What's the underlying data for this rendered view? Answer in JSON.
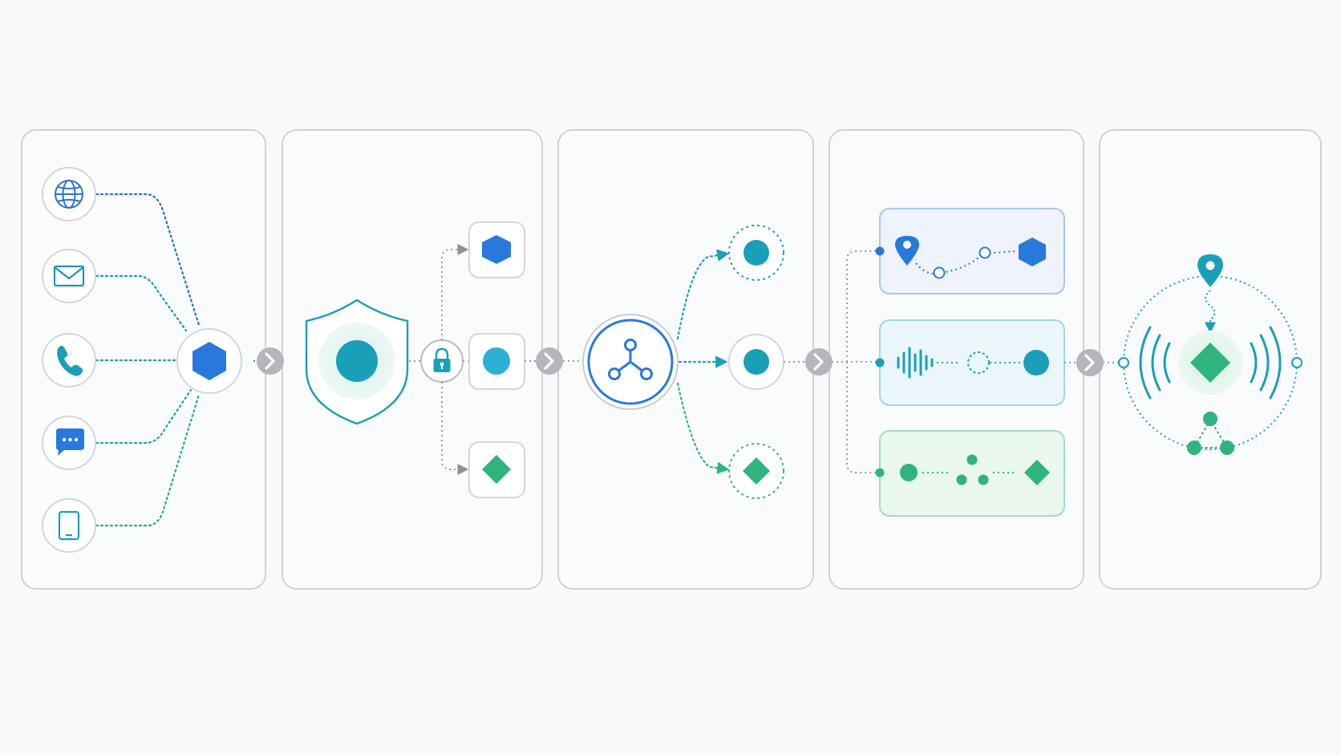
{
  "colors": {
    "blue": "#2979dc",
    "teal": "#1a9fb8",
    "cyan": "#2eafd4",
    "green": "#2fb47e",
    "panel_border": "#cfd2d6",
    "arrow_gray": "#b3b6ba",
    "path_gray": "#9a9da1"
  },
  "stages": [
    {
      "id": "input-sources",
      "icons": [
        "globe-icon",
        "envelope-icon",
        "phone-icon",
        "chat-bubble-icon",
        "tablet-icon"
      ],
      "hub_icon": "hexagon-icon"
    },
    {
      "id": "security-filter",
      "icons": [
        "shield-icon",
        "lock-icon"
      ],
      "outputs": [
        "hexagon-icon",
        "circle-icon",
        "diamond-icon"
      ]
    },
    {
      "id": "routing-hub",
      "icons": [
        "network-nodes-icon"
      ],
      "outputs": [
        "circle-icon",
        "circle-icon",
        "diamond-icon"
      ]
    },
    {
      "id": "processing-lanes",
      "lanes": [
        {
          "icons": [
            "location-pin-icon",
            "hexagon-icon"
          ],
          "tint": "blue"
        },
        {
          "icons": [
            "audio-wave-icon",
            "circle-icon"
          ],
          "tint": "cyan"
        },
        {
          "icons": [
            "cluster-dots-icon",
            "diamond-icon"
          ],
          "tint": "green"
        }
      ]
    },
    {
      "id": "output-broadcast",
      "icons": [
        "location-pin-icon",
        "signal-waves-icon",
        "diamond-icon",
        "triangle-nodes-icon"
      ]
    }
  ],
  "connectors": [
    "chevron-right-icon",
    "chevron-right-icon",
    "chevron-right-icon",
    "chevron-right-icon"
  ]
}
